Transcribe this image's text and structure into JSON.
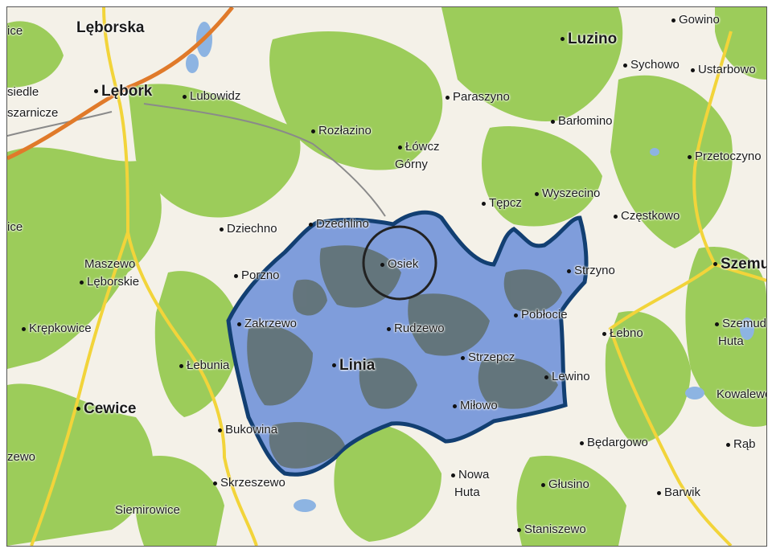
{
  "map": {
    "colors": {
      "forest": "#9ccc5a",
      "open": "#f4f1e8",
      "commune_fill": "#7f9ddb",
      "commune_dark": "#5f6f6c",
      "commune_border": "#123f72",
      "road_main": "#f2d43a",
      "road_trunk": "#e07a2a",
      "rail": "#8a8a8a",
      "water": "#8db4e2",
      "circle": "#222222"
    },
    "highlighted_commune": "Linia",
    "circled_place": "Osiek",
    "places": [
      {
        "id": "leborska",
        "label": "Lęborska"
      },
      {
        "id": "lebork",
        "label": "Lębork"
      },
      {
        "id": "lubowidz",
        "label": "Lubowidz"
      },
      {
        "id": "osiedle",
        "label": "siedle"
      },
      {
        "id": "szarnicze",
        "label": "szarnicze"
      },
      {
        "id": "rozlazino",
        "label": "Rozłazino"
      },
      {
        "id": "paraszyno",
        "label": "Paraszyno"
      },
      {
        "id": "lowcz",
        "label": "Łówcz"
      },
      {
        "id": "gorny",
        "label": "Górny"
      },
      {
        "id": "luzino",
        "label": "Luzino"
      },
      {
        "id": "gowino",
        "label": "Gowino"
      },
      {
        "id": "sychowo",
        "label": "Sychowo"
      },
      {
        "id": "ustarbowo",
        "label": "Ustarbowo"
      },
      {
        "id": "barlomino",
        "label": "Barłomino"
      },
      {
        "id": "przetoczyno",
        "label": "Przetoczyno"
      },
      {
        "id": "wyszecino",
        "label": "Wyszecino"
      },
      {
        "id": "tepcz",
        "label": "Tępcz"
      },
      {
        "id": "czestkowo",
        "label": "Częstkowo"
      },
      {
        "id": "dziechno",
        "label": "Dziechno"
      },
      {
        "id": "dzechlino",
        "label": "Dzechlino"
      },
      {
        "id": "ice1",
        "label": "ice"
      },
      {
        "id": "ice2",
        "label": "ice"
      },
      {
        "id": "szemud",
        "label": "Szemud"
      },
      {
        "id": "maszewo1",
        "label": "Maszewo"
      },
      {
        "id": "maszewo2",
        "label": "Lęborskie"
      },
      {
        "id": "pobloto",
        "label": "Pobłocie"
      },
      {
        "id": "strazyno",
        "label": "Strzyno"
      },
      {
        "id": "osiek",
        "label": "Osiek"
      },
      {
        "id": "zakrzewo",
        "label": "Zakrzewo"
      },
      {
        "id": "krepkowice",
        "label": "Krępkowice"
      },
      {
        "id": "rudzewo",
        "label": "Rudzewo"
      },
      {
        "id": "lebno",
        "label": "Łebno"
      },
      {
        "id": "szemudzka1",
        "label": "Szemudzka"
      },
      {
        "id": "szemudzka2",
        "label": "Huta"
      },
      {
        "id": "linia",
        "label": "Linia"
      },
      {
        "id": "strzepcz",
        "label": "Strzepcz"
      },
      {
        "id": "lebunia",
        "label": "Łebunia"
      },
      {
        "id": "lewino",
        "label": "Lewino"
      },
      {
        "id": "cewice",
        "label": "Cewice"
      },
      {
        "id": "kowalewo",
        "label": "Kowalewo"
      },
      {
        "id": "milowo",
        "label": "Miłowo"
      },
      {
        "id": "bukowina",
        "label": "Bukowina"
      },
      {
        "id": "bedargowo",
        "label": "Będargowo"
      },
      {
        "id": "rab",
        "label": "Rąb"
      },
      {
        "id": "zewo",
        "label": "zewo"
      },
      {
        "id": "nowa",
        "label": "Nowa"
      },
      {
        "id": "huta",
        "label": "Huta"
      },
      {
        "id": "skrzeszewo",
        "label": "Skrzeszewo"
      },
      {
        "id": "glusino",
        "label": "Głusino"
      },
      {
        "id": "barwik",
        "label": "Barwik"
      },
      {
        "id": "siemirowice",
        "label": "Siemirowice"
      },
      {
        "id": "staniszewo",
        "label": "Staniszewo"
      },
      {
        "id": "poraino",
        "label": "Porzno"
      }
    ]
  }
}
